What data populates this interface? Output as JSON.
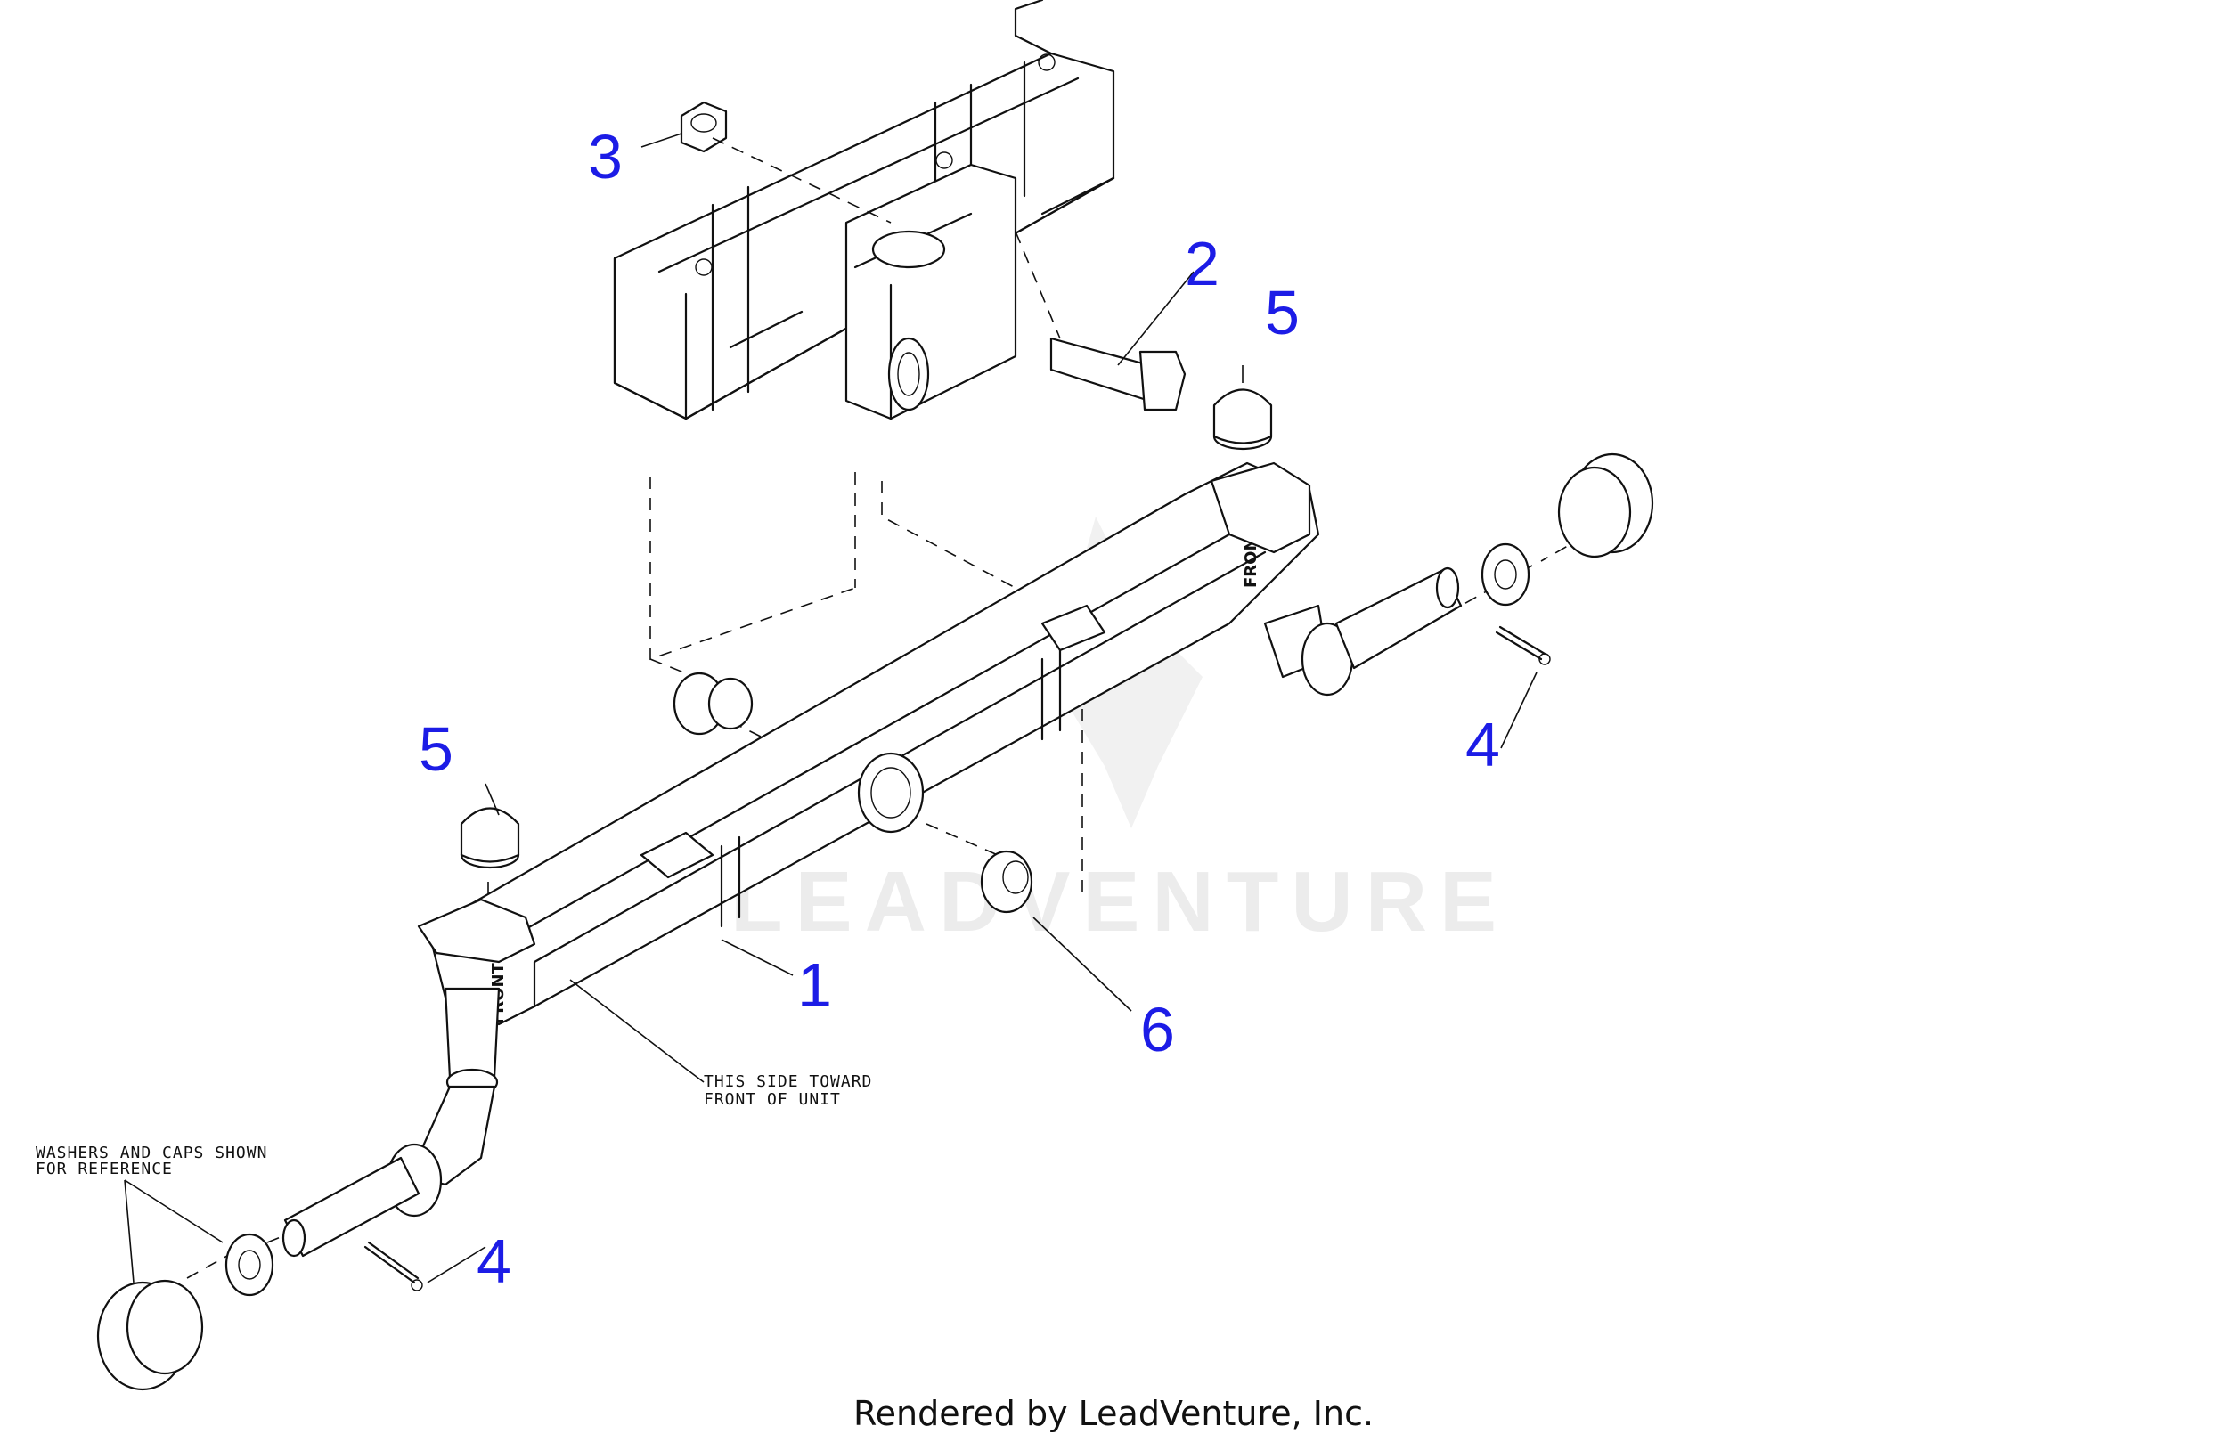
{
  "diagram": {
    "callouts": [
      {
        "id": "c1",
        "label": "1"
      },
      {
        "id": "c2",
        "label": "2"
      },
      {
        "id": "c3",
        "label": "3"
      },
      {
        "id": "c4a",
        "label": "4"
      },
      {
        "id": "c4b",
        "label": "4"
      },
      {
        "id": "c5a",
        "label": "5"
      },
      {
        "id": "c5b",
        "label": "5"
      },
      {
        "id": "c6",
        "label": "6"
      }
    ],
    "notes": {
      "front_line1": "THIS SIDE TOWARD",
      "front_line2": "FRONT OF UNIT",
      "washers_line1": "WASHERS AND CAPS SHOWN",
      "washers_line2": "FOR REFERENCE"
    },
    "axle_stamp": "FRONT",
    "watermark": "LEADVENTURE"
  },
  "footer": {
    "text": "Rendered by LeadVenture, Inc."
  }
}
